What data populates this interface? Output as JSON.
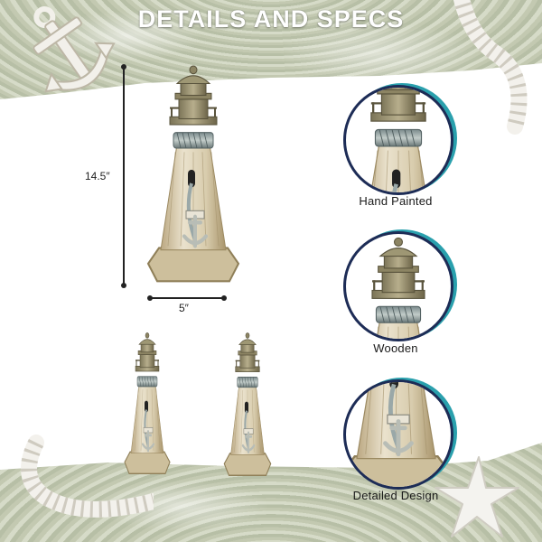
{
  "title": "DETAILS AND SPECS",
  "dimensions": {
    "height": "14.5″",
    "width": "5″"
  },
  "features": [
    {
      "label": "Hand Painted",
      "icon": "painted-band-closeup"
    },
    {
      "label": "Wooden",
      "icon": "lantern-top-closeup"
    },
    {
      "label": "Detailed Design",
      "icon": "anchor-detail-closeup"
    }
  ],
  "colors": {
    "circle_border": "#1d2c56",
    "circle_accent": "#2aa0ad",
    "band": "#c3c9b1"
  }
}
